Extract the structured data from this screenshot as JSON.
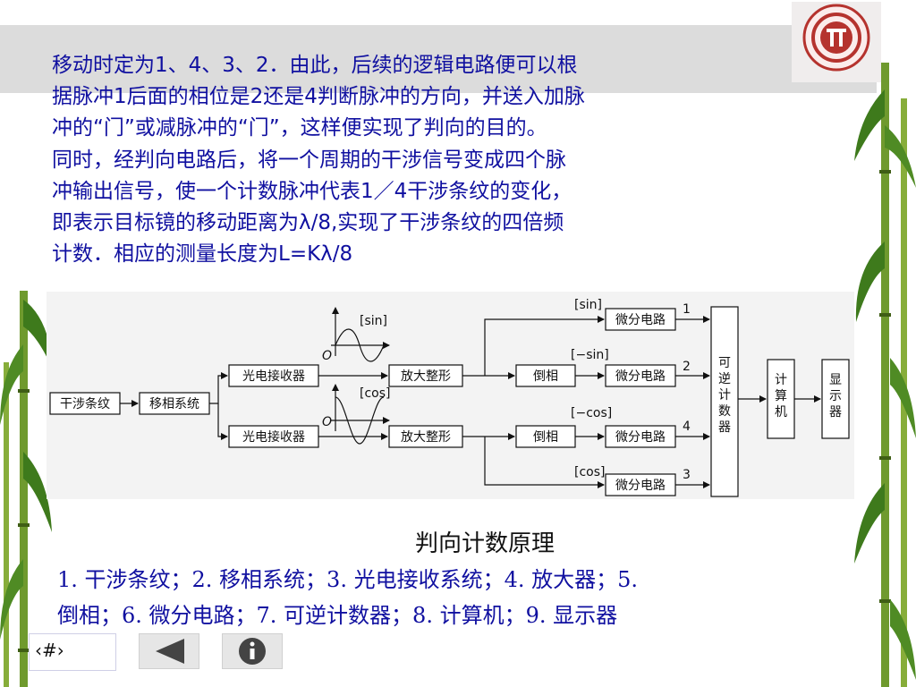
{
  "paragraph": [
    "移动时定为1、4、3、2．由此，后续的逻辑电路便可以根",
    "据脉冲1后面的相位是2还是4判断脉冲的方向，并送入加脉",
    "冲的“门”或减脉冲的“门”，这样便实现了判向的目的。",
    "同时，经判向电路后，将一个周期的干涉信号变成四个脉",
    "冲输出信号，使一个计数脉冲代表1／4干涉条纹的变化，",
    "即表示目标镜的移动距离为λ/8,实现了干涉条纹的四倍频",
    "计数．相应的测量长度为L=Kλ/8"
  ],
  "diagram": {
    "blocks": {
      "interference": "干涉条纹",
      "phase_shift": "移相系统",
      "receiver_top": "光电接收器",
      "receiver_bottom": "光电接收器",
      "amp_top": "放大整形",
      "amp_bottom": "放大整形",
      "invert_top": "倒相",
      "invert_bottom": "倒相",
      "diff1": "微分电路",
      "diff2": "微分电路",
      "diff4": "微分电路",
      "diff3": "微分电路",
      "counter": [
        "可",
        "逆",
        "计",
        "数",
        "器"
      ],
      "computer": [
        "计",
        "算",
        "机"
      ],
      "display": [
        "显",
        "示",
        "器"
      ]
    },
    "signal_labels": {
      "sin": "[sin]",
      "cos": "[cos]",
      "sin_out": "[sin]",
      "neg_sin": "[−sin]",
      "neg_cos": "[−cos]",
      "cos_out": "[cos]"
    },
    "origin_top": "O",
    "origin_bottom": "O",
    "channels": [
      "1",
      "2",
      "4",
      "3"
    ]
  },
  "caption": "判向计数原理",
  "legend": [
    "1. 干涉条纹；2. 移相系统；3. 光电接收系统；4. 放大器；5.",
    "倒相；6. 微分电路；7. 可逆计数器；8. 计算机；9. 显示器"
  ],
  "footer": {
    "slide_number": "‹#›"
  },
  "colors": {
    "text_blue": "#1010a0",
    "gray_band": "#dcdcdc",
    "diagram_bg": "#f3f3f3",
    "logo_red": "#b5332e"
  },
  "icons": {
    "back": "triangle-left-icon",
    "info": "info-icon"
  }
}
